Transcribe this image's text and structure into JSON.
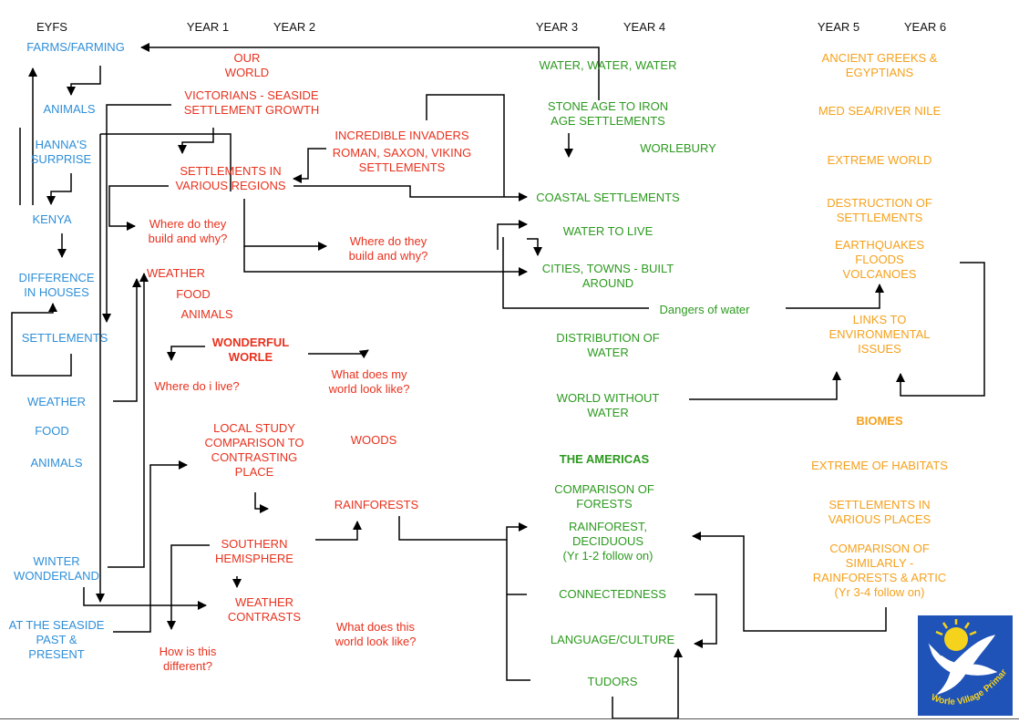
{
  "headers": {
    "eyfs": "EYFS",
    "year1": "YEAR 1",
    "year2": "YEAR 2",
    "year3": "YEAR 3",
    "year4": "YEAR 4",
    "year5": "YEAR 5",
    "year6": "YEAR 6"
  },
  "colors": {
    "eyfs": "#2f8fd8",
    "ks1": "#e8321e",
    "lower_ks2": "#2c9a1f",
    "upper_ks2": "#f5a11c",
    "arrows": "#000000"
  },
  "eyfs": {
    "farms": "FARMS/FARMING",
    "animals": "ANIMALS",
    "hannas": "HANNA'S\nSURPRISE",
    "kenya": "KENYA",
    "difference": "DIFFERENCE\nIN HOUSES",
    "settlements": "SETTLEMENTS",
    "weather": "WEATHER",
    "food": "FOOD",
    "animals2": "ANIMALS",
    "winter": "WINTER\nWONDERLAND",
    "seaside": "AT THE SEASIDE\nPAST &\nPRESENT"
  },
  "ks1": {
    "our_world": "OUR\nWORLD",
    "victorians": "VICTORIANS - SEASIDE\nSETTLEMENT GROWTH",
    "invaders": "INCREDIBLE INVADERS",
    "roman": "ROMAN, SAXON, VIKING\nSETTLEMENTS",
    "settlements_regions": "SETTLEMENTS IN\nVARIOUS REGIONS",
    "where_build_1": "Where do they\nbuild and why?",
    "where_build_2": "Where do they\nbuild and why?",
    "weather": "WEATHER",
    "food": "FOOD",
    "animals": "ANIMALS",
    "wonderful": "WONDERFUL\nWORLE",
    "where_live": "Where do i live?",
    "world_look_1": "What does my\nworld look like?",
    "woods": "WOODS",
    "local_study": "LOCAL STUDY\nCOMPARISON TO\nCONTRASTING\nPLACE",
    "rainforests": "RAINFORESTS",
    "southern": "SOUTHERN\nHEMISPHERE",
    "weather_contrasts": "WEATHER\nCONTRASTS",
    "how_different": "How is this\ndifferent?",
    "world_look_2": "What does this\nworld look like?"
  },
  "lks2": {
    "water3": "WATER, WATER, WATER",
    "stone_age": "STONE AGE TO IRON\nAGE SETTLEMENTS",
    "worlebury": "WORLEBURY",
    "coastal": "COASTAL SETTLEMENTS",
    "water_live": "WATER TO LIVE",
    "cities": "CITIES, TOWNS - BUILT\nAROUND",
    "dangers": "Dangers of water",
    "distribution": "DISTRIBUTION OF\nWATER",
    "without": "WORLD WITHOUT\nWATER",
    "americas": "THE AMERICAS",
    "comparison_forests": "COMPARISON OF\nFORESTS",
    "rainforest_dec": "RAINFOREST,\nDECIDUOUS\n(Yr 1-2 follow on)",
    "connectedness": "CONNECTEDNESS",
    "language": "LANGUAGE/CULTURE",
    "tudors": "TUDORS"
  },
  "uks2": {
    "greeks": "ANCIENT GREEKS &\nEGYPTIANS",
    "med": "MED SEA/RIVER NILE",
    "extreme_world": "EXTREME WORLD",
    "destruction": "DESTRUCTION OF\nSETTLEMENTS",
    "earthquakes": "EARTHQUAKES\nFLOODS\nVOLCANOES",
    "links": "LINKS TO\nENVIRONMENTAL\nISSUES",
    "biomes": "BIOMES",
    "extreme_habitats": "EXTREME OF HABITATS",
    "settlements_places": "SETTLEMENTS IN\nVARIOUS PLACES",
    "comparison_similarly": "COMPARISON OF\nSIMILARLY -\nRAINFORESTS & ARTIC\n(Yr 3-4 follow on)"
  },
  "logo": {
    "text": "Worle Village Primary",
    "icon": "dove-sun-icon",
    "bg": "#1f53b8",
    "sun": "#f5d21c"
  }
}
